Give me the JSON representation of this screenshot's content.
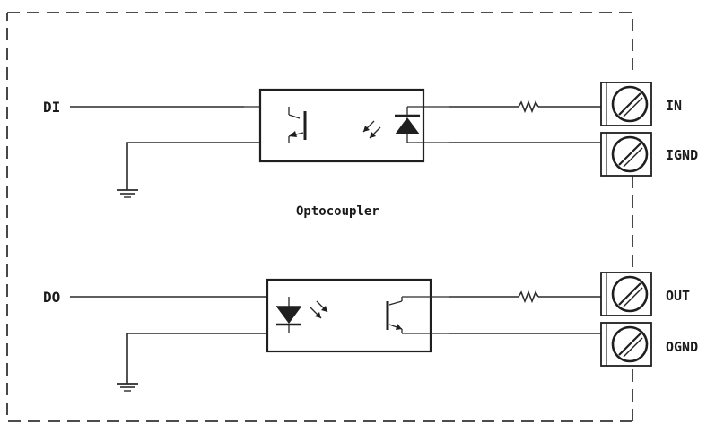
{
  "diagram": {
    "labels": {
      "di": "DI",
      "do": "DO",
      "in": "IN",
      "ignd": "IGND",
      "out": "OUT",
      "ognd": "OGND",
      "optocoupler": "Optocoupler"
    }
  }
}
